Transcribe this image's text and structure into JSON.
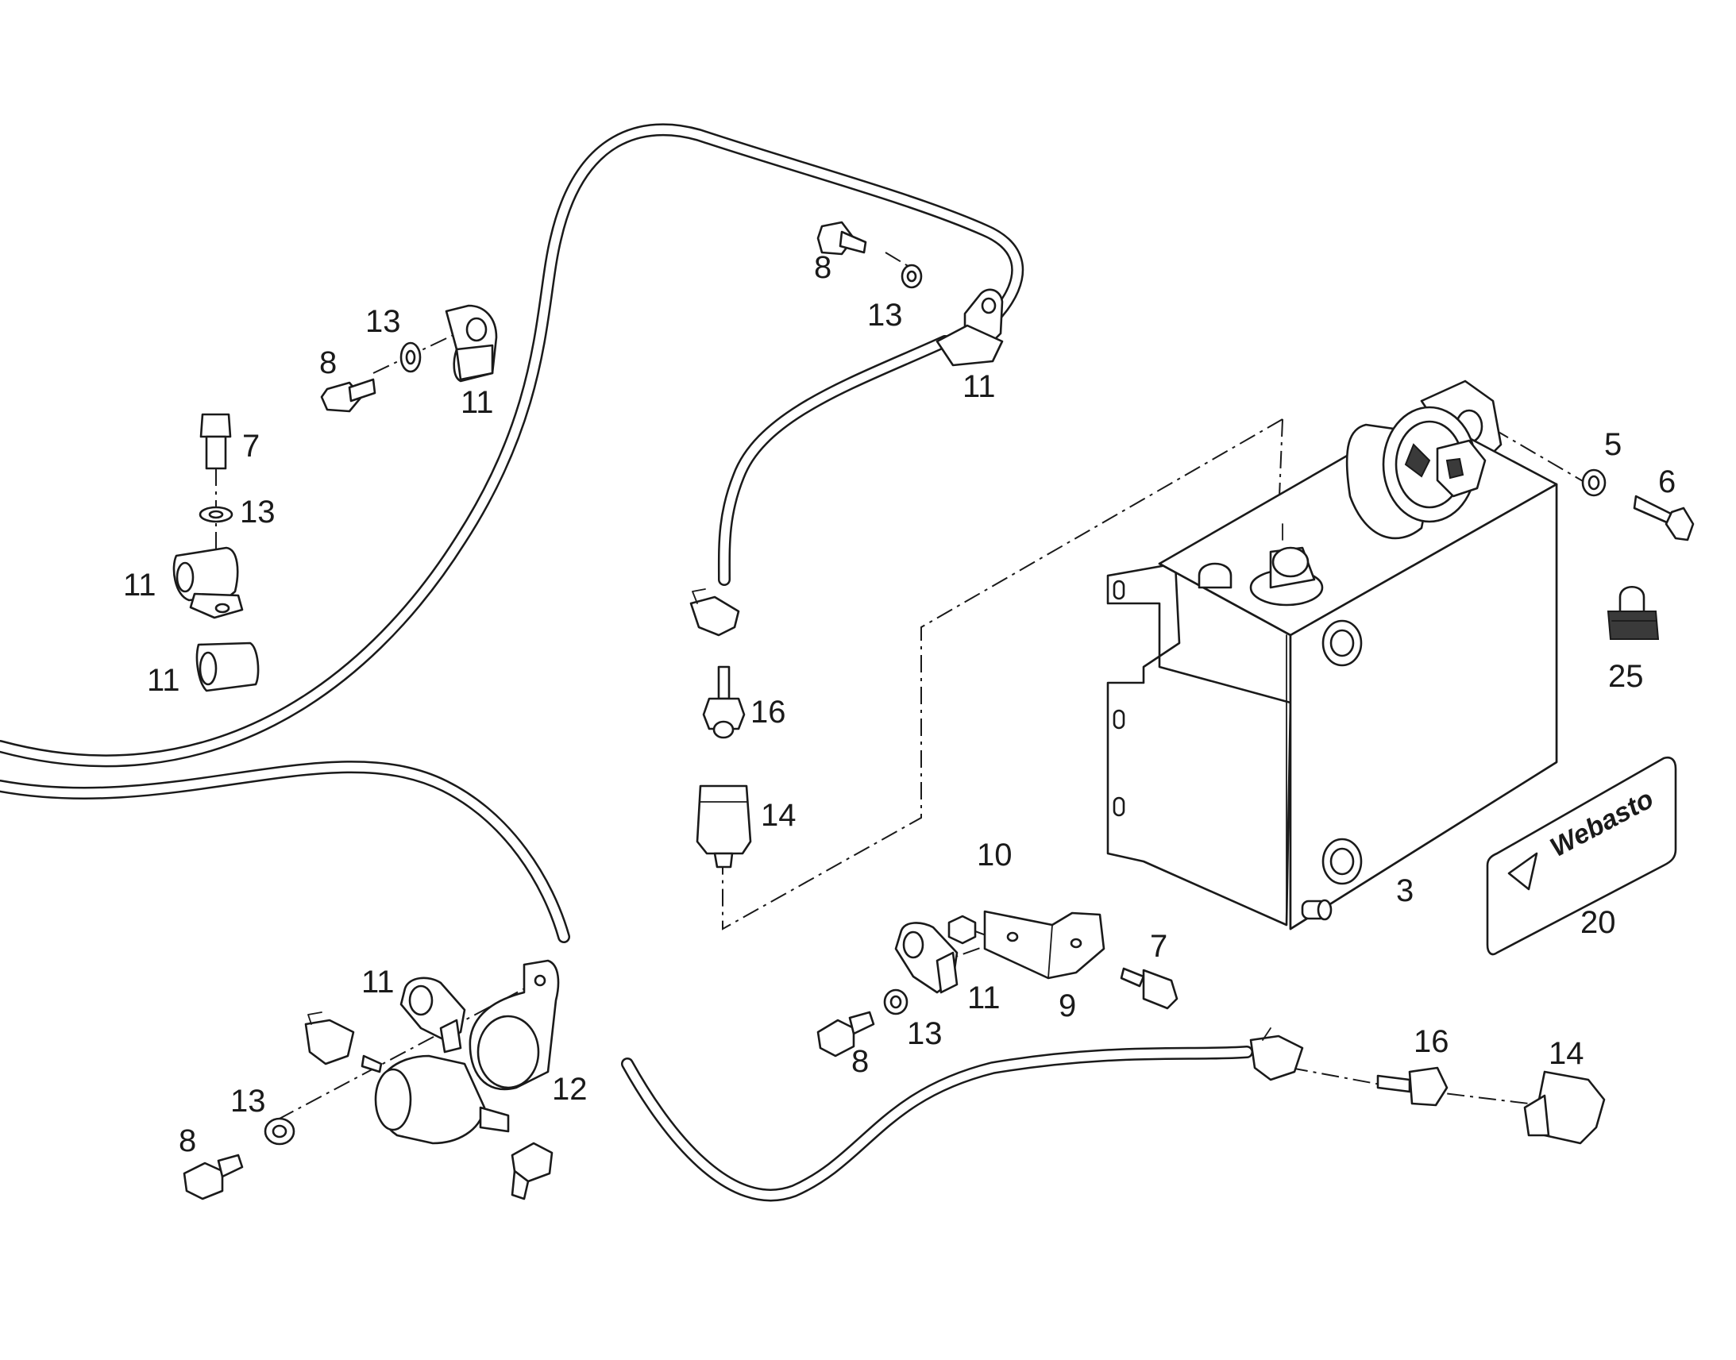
{
  "callouts": {
    "c8a": "8",
    "c13a": "13",
    "c11a": "11",
    "c8b": "8",
    "c13b": "13",
    "c11b": "11",
    "c7a": "7",
    "c13c": "13",
    "c11c": "11",
    "c11d": "11",
    "c5": "5",
    "c6": "6",
    "c25": "25",
    "c16a": "16",
    "c14a": "14",
    "c3": "3",
    "c20": "20",
    "c10": "10",
    "c7b": "7",
    "c11e": "11",
    "c9": "9",
    "c8c": "8",
    "c13d": "13",
    "c11f": "11",
    "c12": "12",
    "c13e": "13",
    "c8d": "8",
    "c16b": "16",
    "c14b": "14"
  },
  "label_sticker": {
    "brand": "Webasto"
  }
}
